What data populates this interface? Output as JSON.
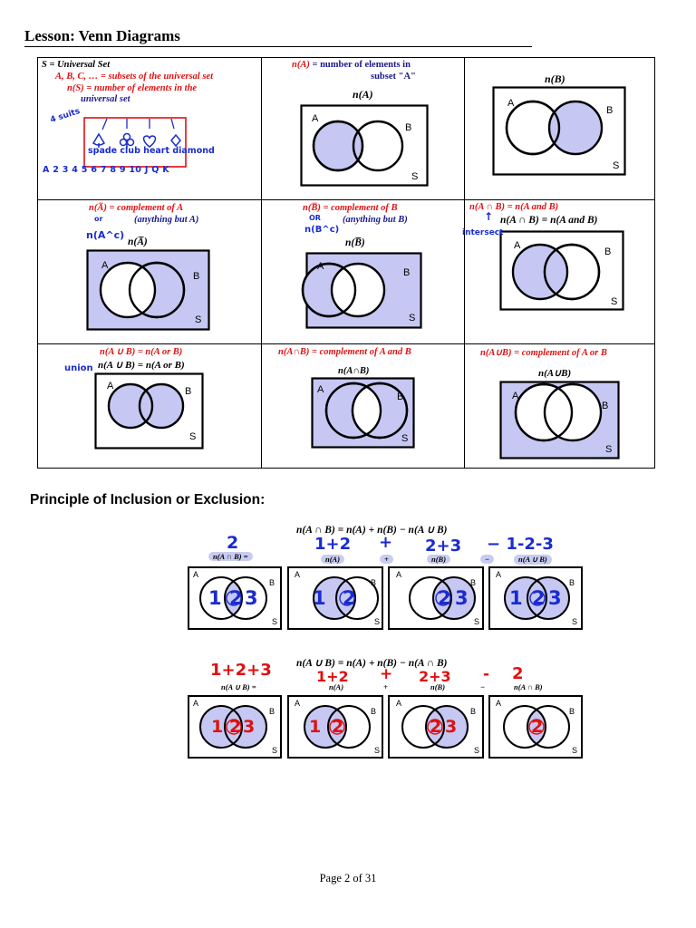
{
  "title": "Lesson: Venn Diagrams",
  "section_heading": "Principle of Inclusion or Exclusion:",
  "footer": "Page 2 of 31",
  "colors": {
    "shade": "#c6c8f3",
    "red": "#e01010",
    "navy": "#1a1a8c",
    "blue_hand": "#1a2bd0"
  },
  "labels": {
    "A": "A",
    "B": "B",
    "S": "S"
  },
  "cell1": {
    "line1": "S = Universal Set",
    "line2": "A, B, C, … = subsets of the universal set",
    "line3": "n(S) = number of elements in the",
    "line4": "universal set",
    "hand_suits": "4 suits",
    "suit_names": "spade  club  heart  diamond",
    "ranks": "A 2 3 4 5 6 7 8 9 10  J Q K"
  },
  "cell2": {
    "def_sym": "n(A)",
    "def_text": "= number of elements in",
    "def_text2": "subset \"A\"",
    "diagram_label": "n(A)"
  },
  "cell3": {
    "diagram_label": "n(B)"
  },
  "cell4": {
    "def": "n(A̅)  = complement of A",
    "or": "or",
    "alt": "(anything but A)",
    "hand": "n(A^c)",
    "diagram_label": "n(A̅)"
  },
  "cell5": {
    "def": "n(B̅) = complement of B",
    "or": "OR",
    "alt": "(anything but B)",
    "hand": "n(B^c)",
    "diagram_label": "n(B̅)"
  },
  "cell6": {
    "def": "n(A ∩ B) = n(A and B)",
    "formula": "n(A ∩ B) = n(A and B)",
    "hand": "intersect"
  },
  "cell7": {
    "def": "n(A ∪ B) = n(A or B)",
    "formula": "n(A ∪ B) = n(A or B)",
    "hand": "union"
  },
  "cell8": {
    "def": "n(A∩B) = complement of A and B",
    "diagram_label": "n(A∩B)"
  },
  "cell9": {
    "def": "n(A∪B) = complement of A or B",
    "diagram_label": "n(A∪B)"
  },
  "pie1": {
    "formula": "n(A ∩ B) = n(A) + n(B) − n(A ∪ B)",
    "h0": "2",
    "h1": "1+2",
    "h2": "+",
    "h3": "2+3",
    "h4": "− 1-2-3",
    "l0": "n(A ∩ B) =",
    "l1": "n(A)",
    "op1": "+",
    "l2": "n(B)",
    "op2": "−",
    "l3": "n(A ∪ B)",
    "n1": "1",
    "n2": "2",
    "n3": "3"
  },
  "pie2": {
    "formula": "n(A ∪ B) = n(A) + n(B) − n(A ∩ B)",
    "h0": "1+2+3",
    "h1": "1+2",
    "h2": "+",
    "h3": "2+3",
    "h4": "-",
    "h5": "2",
    "l0": "n(A ∪ B) =",
    "l1": "n(A)",
    "op1": "+",
    "l2": "n(B)",
    "op2": "−",
    "l3": "n(A ∩ B)",
    "n1": "1",
    "n2": "2",
    "n3": "3"
  }
}
